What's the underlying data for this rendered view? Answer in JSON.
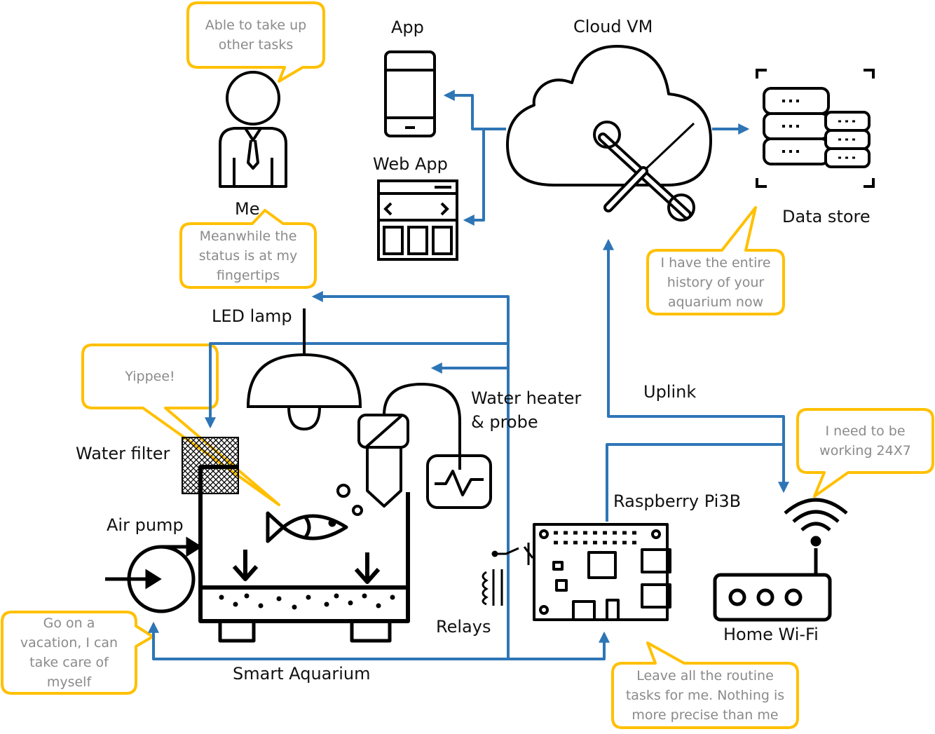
{
  "colors": {
    "line": "#2e75b6",
    "bubble_border": "#ffc000",
    "icon": "#000000",
    "bubble_text": "#8a8a8a"
  },
  "labels": {
    "app": "App",
    "cloud_vm": "Cloud VM",
    "web_app": "Web App",
    "me": "Me",
    "data_store": "Data store",
    "led_lamp": "LED lamp",
    "uplink": "Uplink",
    "water_heater_line1": "Water heater",
    "water_heater_line2": "& probe",
    "water_filter": "Water filter",
    "raspberry_pi": "Raspberry Pi3B",
    "air_pump": "Air pump",
    "relays": "Relays",
    "home_wifi": "Home Wi-Fi",
    "smart_aquarium": "Smart Aquarium"
  },
  "bubbles": {
    "me_top": [
      "Able to take up",
      "other tasks"
    ],
    "me_status": [
      "Meanwhile the",
      "status is at my",
      "fingertips"
    ],
    "data_store": [
      "I have the entire",
      "history of your",
      "aquarium now"
    ],
    "fish": [
      "Yippee!"
    ],
    "wifi": [
      "I need to be",
      "working 24X7"
    ],
    "air_pump": [
      "Go on a",
      "vacation, I can",
      "take care of",
      "myself"
    ],
    "raspberry_pi": [
      "Leave all the routine",
      "tasks for me. Nothing is",
      "more precise than me"
    ]
  },
  "icons": [
    "person-icon",
    "smartphone-icon",
    "browser-window-icon",
    "cloud-tools-icon",
    "database-icon",
    "pendant-lamp-icon",
    "water-heater-icon",
    "filter-icon",
    "aquarium-icon",
    "fish-icon",
    "air-pump-icon",
    "relay-icon",
    "raspberry-pi-board-icon",
    "wifi-router-icon"
  ]
}
